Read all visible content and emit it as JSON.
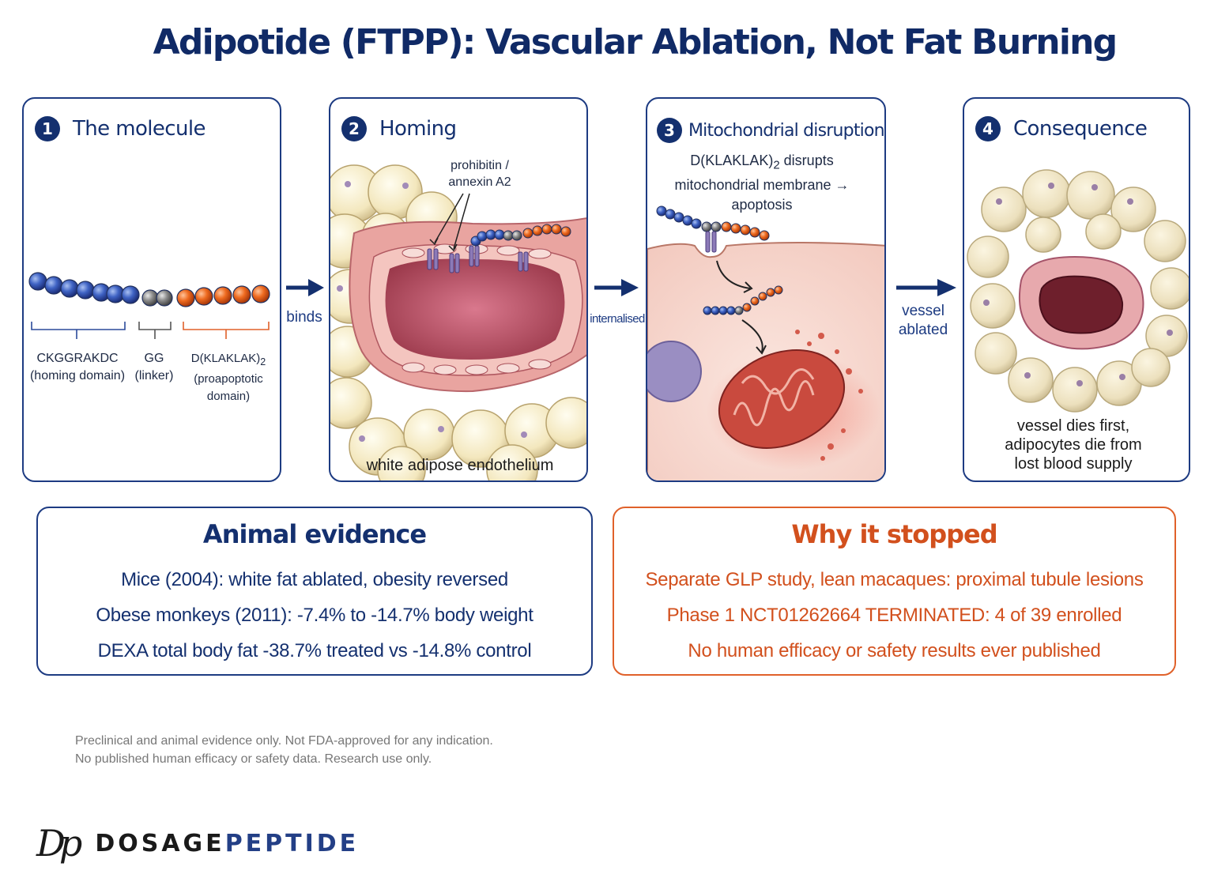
{
  "title": "Adipotide (FTPP): Vascular Ablation, Not Fat Burning",
  "panels": [
    {
      "num": "1",
      "title": "The molecule"
    },
    {
      "num": "2",
      "title": "Homing"
    },
    {
      "num": "3",
      "title": "Mitochondrial disruption"
    },
    {
      "num": "4",
      "title": "Consequence"
    }
  ],
  "molecule": {
    "homing_seq": "CKGGRAKDC",
    "homing_label": "(homing domain)",
    "linker_seq": "GG",
    "linker_label": "(linker)",
    "pro_seq": "D(KLAKLAK)",
    "pro_sub": "2",
    "pro_label": "(proapoptotic domain)"
  },
  "homing": {
    "receptor_label_1": "prohibitin /",
    "receptor_label_2": "annexin A2",
    "caption": "white adipose endothelium"
  },
  "mito": {
    "desc_a": "D(KLAKLAK)",
    "desc_sub": "2",
    "desc_b": " disrupts",
    "desc_2": "mitochondrial membrane →",
    "desc_3": "apoptosis"
  },
  "consequence": {
    "caption_1": "vessel dies first,",
    "caption_2": "adipocytes die from",
    "caption_3": "lost blood supply"
  },
  "arrows": {
    "a1": "binds",
    "a2": "internalised",
    "a3_1": "vessel",
    "a3_2": "ablated"
  },
  "animal_evidence": {
    "heading": "Animal evidence",
    "lines": [
      "Mice (2004):  white fat ablated, obesity reversed",
      "Obese monkeys (2011):  -7.4% to -14.7% body weight",
      "DEXA total body fat -38.7% treated vs -14.8% control"
    ]
  },
  "why_stopped": {
    "heading": "Why it stopped",
    "lines": [
      "Separate GLP study, lean macaques: proximal tubule lesions",
      "Phase 1 NCT01262664 TERMINATED: 4 of 39 enrolled",
      "No human efficacy or safety results ever published"
    ]
  },
  "footnote": {
    "line1": "Preclinical and animal evidence only. Not FDA-approved for any indication.",
    "line2": "No published human efficacy or safety data. Research use only."
  },
  "brand": {
    "mark": "Dp",
    "part1": "DOSAGE",
    "part2": "PEPTIDE"
  },
  "colors": {
    "navy": "#14306f",
    "orange": "#e0612a",
    "bead_blue": "#3f63c4",
    "bead_grey": "#8a8a8a",
    "bead_orange": "#ee6a1f"
  }
}
